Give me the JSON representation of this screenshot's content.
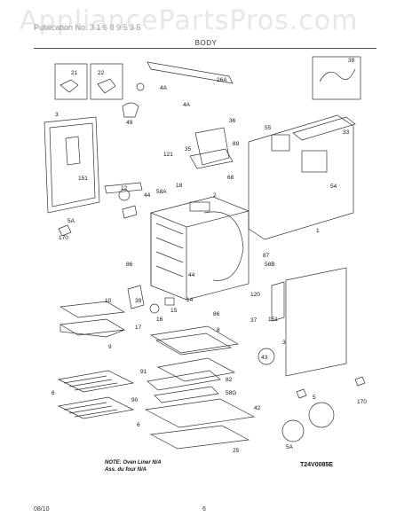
{
  "header": {
    "watermark": "AppliancePartsPros.com",
    "subtitle": "Publication No. 3 1 6 0 9 5 3 5",
    "section": "BODY"
  },
  "callouts": [
    "21",
    "22",
    "4A",
    "26A",
    "39",
    "49",
    "4A",
    "36",
    "3",
    "55",
    "33",
    "35",
    "89",
    "151",
    "121",
    "12",
    "44",
    "58A",
    "68",
    "18",
    "2",
    "54",
    "5A",
    "170",
    "1",
    "86",
    "44",
    "87",
    "58B",
    "10",
    "39",
    "14",
    "120",
    "16",
    "15",
    "86",
    "37",
    "151",
    "17",
    "8",
    "9",
    "3",
    "43",
    "91",
    "82",
    "6",
    "90",
    "58G",
    "5",
    "42",
    "170",
    "5A",
    "6",
    "25"
  ],
  "footer_note": {
    "line1": "NOTE: Oven Liner N/A",
    "line2": "Ass. du four N/A"
  },
  "drawing_code": "T24V0085E",
  "footer": {
    "date": "08/10",
    "page": "6"
  }
}
